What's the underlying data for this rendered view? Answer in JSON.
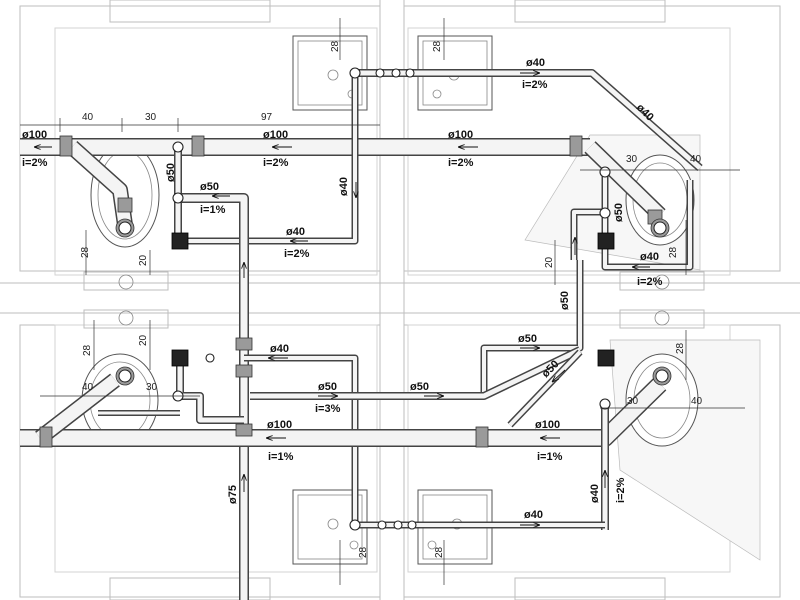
{
  "labels": {
    "d100_a": "ø100",
    "i2_a": "i=2%",
    "d100_b": "ø100",
    "i2_b": "i=2%",
    "d100_c": "ø100",
    "i2_c": "i=2%",
    "d40_top": "ø40",
    "i2_top": "i=2%",
    "d40_diag": "ø40",
    "d40_vert": "ø40",
    "d50_v1": "ø50",
    "d50_h1": "ø50",
    "i1_h1": "i=1%",
    "d40_h2": "ø40",
    "i2_h2": "i=2%",
    "d50_right_v": "ø50",
    "d40_right_h": "ø40",
    "i2_right_h": "i=2%",
    "d50_mid_v": "ø50",
    "d40_low_h": "ø40",
    "d50_low_1": "ø50",
    "i3_low_1": "i=3%",
    "d50_low_2": "ø50",
    "d50_low_3": "ø50",
    "d50_low_diag": "ø50",
    "d100_low_1": "ø100",
    "i1_low_1": "i=1%",
    "d100_low_2": "ø100",
    "i1_low_2": "i=1%",
    "d75": "ø75",
    "d40_bottom": "ø40",
    "d40_bottom_v": "ø40",
    "i2_bottom_v": "i=2%"
  },
  "dims": {
    "dim_40_top": "40",
    "dim_30_top": "30",
    "dim_97": "97",
    "dim_28_a": "28",
    "dim_28_b": "28",
    "dim_28_c": "28",
    "dim_20_a": "20",
    "dim_30_r": "30",
    "dim_40_r": "40",
    "dim_28_r": "28",
    "dim_20_r": "20",
    "dim_28_l": "28",
    "dim_40_l": "40",
    "dim_30_l": "30",
    "dim_20_l": "20",
    "dim_28_rr": "28",
    "dim_30_rr": "30",
    "dim_40_rr": "40",
    "dim_28_bm": "28",
    "dim_28_bm2": "28"
  }
}
